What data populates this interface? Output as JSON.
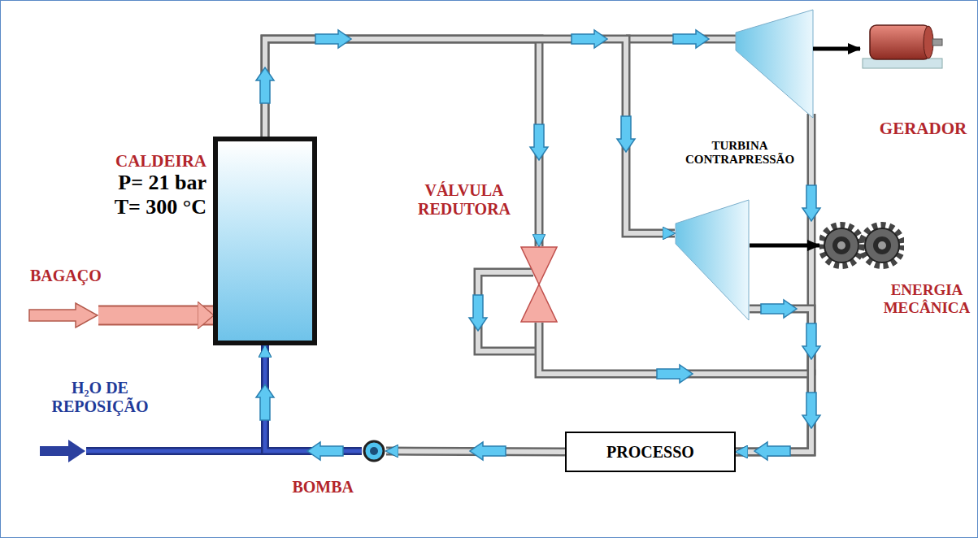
{
  "diagram": {
    "nodes": [
      {
        "text": [
          "CALDEIRA",
          "P= 21 bar",
          "T= 300 °C"
        ]
      },
      {
        "text": [
          "BAGAÇO"
        ]
      },
      {
        "text": [
          "H₂O DE REPOSIÇÃO"
        ]
      },
      {
        "text": [
          "VÁLVULA REDUTORA"
        ]
      },
      {
        "text": [
          "TURBINA CONTRAPRESSÃO"
        ]
      },
      {
        "text": [
          "GERADOR"
        ]
      },
      {
        "text": [
          "ENERGIA MECÂNICA"
        ]
      },
      {
        "text": [
          "PROCESSO"
        ]
      },
      {
        "text": [
          "BOMBA"
        ]
      }
    ],
    "edges": [
      {
        "from": 1,
        "to": 0,
        "arrow": "to"
      },
      {
        "from": 2,
        "to": 0,
        "arrow": "to"
      },
      {
        "from": 8,
        "to": 0,
        "arrow": "to"
      },
      {
        "from": 0,
        "to": 3,
        "arrow": "to"
      },
      {
        "from": 0,
        "to": 4,
        "arrow": "to"
      },
      {
        "from": 3,
        "to": 7,
        "arrow": "to"
      },
      {
        "from": 4,
        "to": 7,
        "arrow": "to"
      },
      {
        "from": 4,
        "to": 6,
        "arrow": "to"
      },
      {
        "from": 7,
        "to": 8,
        "arrow": "to"
      }
    ]
  }
}
